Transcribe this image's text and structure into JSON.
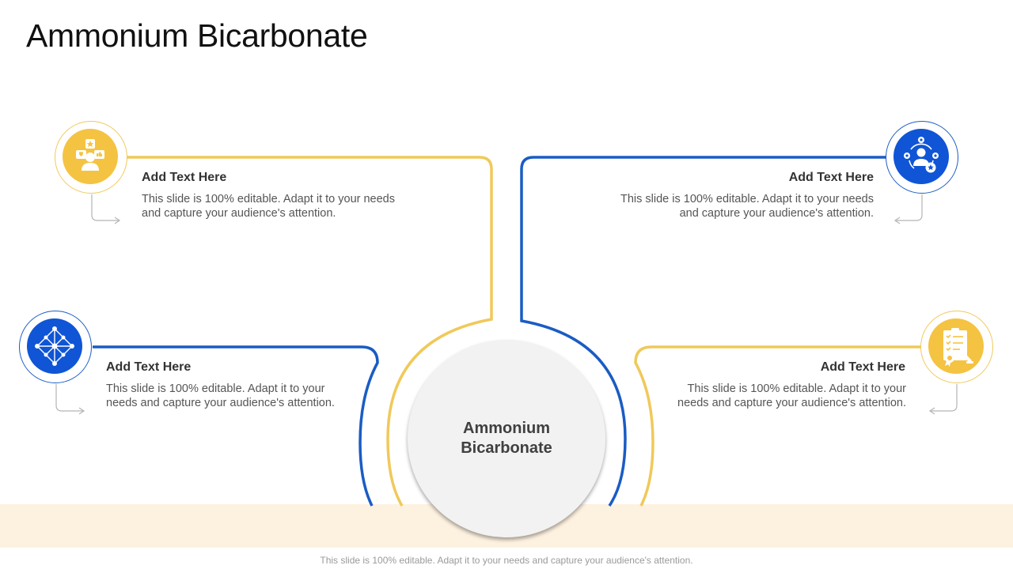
{
  "slide": {
    "title": "Ammonium Bicarbonate",
    "center_label": "Ammonium Bicarbonate",
    "footer": "This slide is 100% editable. Adapt it to your needs and capture your audience's attention."
  },
  "items": [
    {
      "heading": "Add Text Here",
      "body": "This slide is 100% editable. Adapt it to your needs and capture your audience's attention.",
      "icon": "feedback-rating-icon",
      "color": "#f5c342"
    },
    {
      "heading": "Add Text Here",
      "body": "This slide is 100% editable. Adapt it to your needs and capture your audience's attention.",
      "icon": "user-settings-icon",
      "color": "#0f55d6"
    },
    {
      "heading": "Add Text Here",
      "body": "This slide is 100% editable. Adapt it to your needs and capture your audience's attention.",
      "icon": "network-nodes-icon",
      "color": "#0f55d6"
    },
    {
      "heading": "Add Text Here",
      "body": "This slide is 100% editable. Adapt it to your needs and capture your audience's attention.",
      "icon": "certificate-checklist-icon",
      "color": "#f5c342"
    }
  ],
  "colors": {
    "yellow": "#f0c95a",
    "blue": "#1a5cc4",
    "band": "#fdf1e0"
  }
}
